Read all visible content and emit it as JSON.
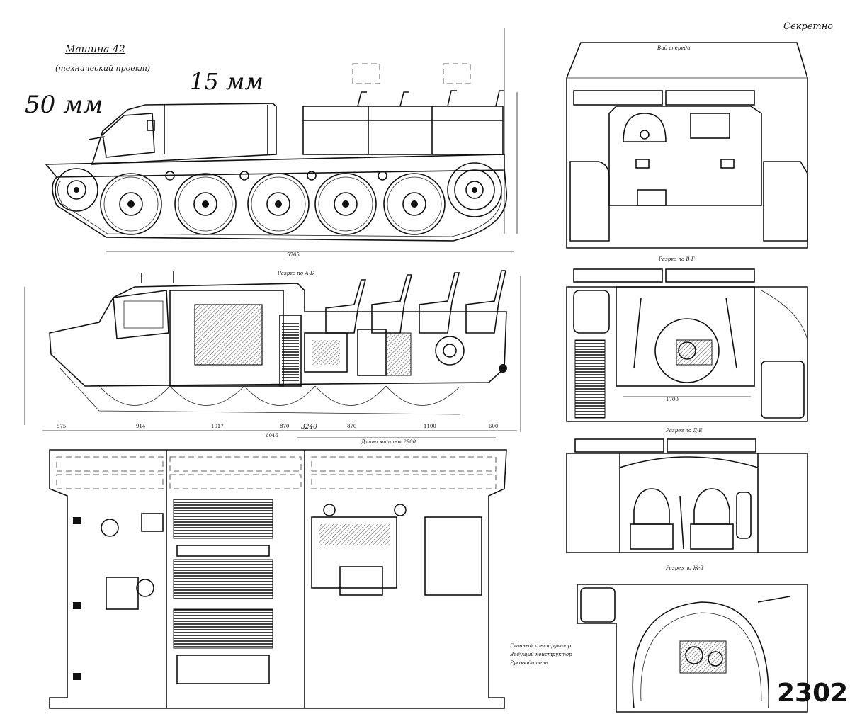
{
  "header": {
    "title": "Машина 42",
    "subtitle": "(технический проект)",
    "classification": "Секретно",
    "sheet_number": "2302"
  },
  "annotations": {
    "front_armor": "50 мм",
    "side_armor": "15 мм"
  },
  "views": {
    "front_view_label": "Вид спереди",
    "section_ab": "Разрез по А-Б",
    "section_vg": "Разрез по В-Г",
    "section_de": "Разрез по Д-Е",
    "section_zhz": "Разрез по Ж-З",
    "length_label": "Длина машины 2900"
  },
  "dimensions": {
    "overall_length": "5765",
    "hull_length": "6046",
    "wheelbase": "3240",
    "track_width": "1700",
    "d1": "575",
    "d2": "914",
    "d3": "1017",
    "d4": "870",
    "d5": "870",
    "d6": "1100",
    "d7": "600"
  },
  "signatures": {
    "line1": "Главный конструктор",
    "line2": "Ведущий конструктор",
    "line3": "Руководитель"
  },
  "colors": {
    "ink": "#111111",
    "paper": "#ffffff"
  }
}
